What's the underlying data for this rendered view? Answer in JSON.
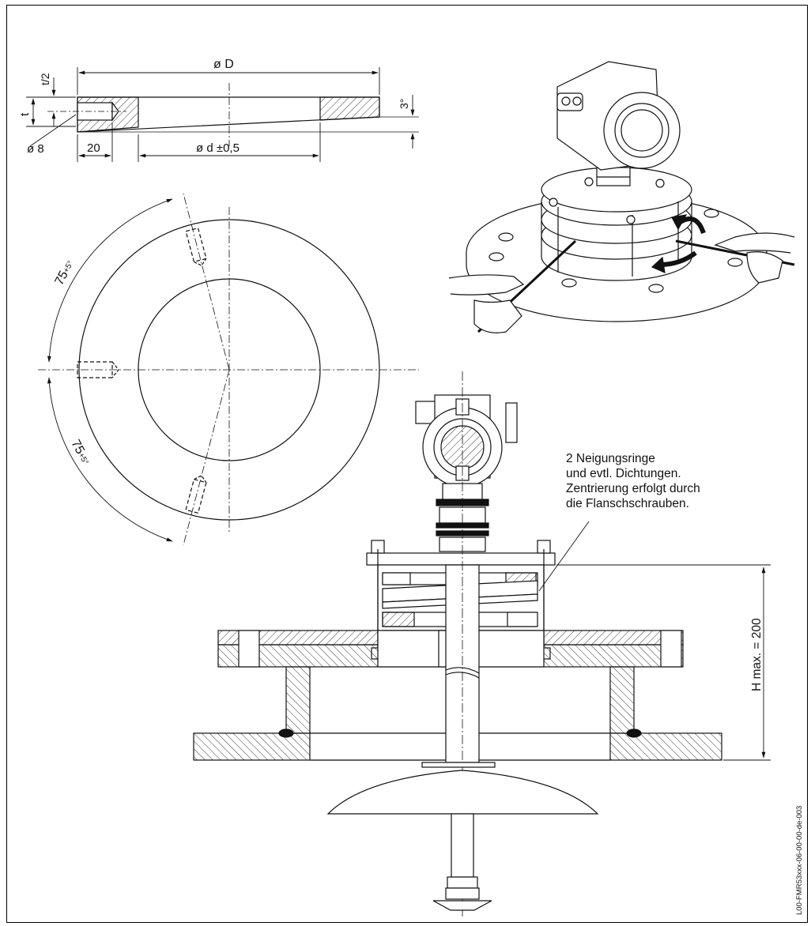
{
  "dimensions": {
    "t_half": "t/2",
    "t": "t",
    "diameter_D": "ø D",
    "angle_3deg": "3°",
    "hole_diameter": "ø 8",
    "offset_20": "20",
    "diameter_d": "ø d ±0,5",
    "angle_75_top": "75",
    "angle_75_bottom": "75",
    "angle_tolerance": "+5°",
    "height_max": "H max. = 200"
  },
  "annotation": {
    "line1": "2 Neigungsringe",
    "line2": "und evtl. Dichtungen.",
    "line3": "Zentrierung erfolgt durch",
    "line4": "die Flanschschrauben."
  },
  "document_code": "L00-FMR53xxx-06-00-00-de-003",
  "colors": {
    "line": "#111111",
    "background": "#ffffff"
  }
}
